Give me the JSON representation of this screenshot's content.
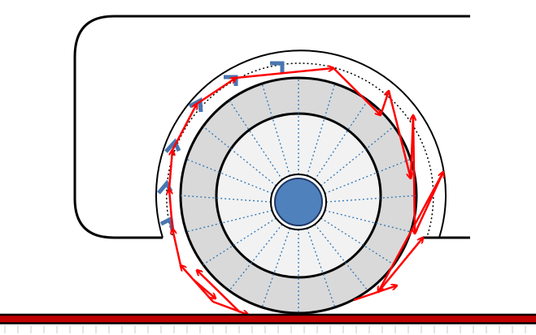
{
  "diagram": {
    "description_labels": [],
    "colors": {
      "background": "#ffffff",
      "outline": "#000000",
      "tire_fill": "#d9d9d9",
      "rim_fill": "#f2f2f2",
      "hub_fill": "#4f81bd",
      "hub_stroke": "#1f3864",
      "spoke_dots": "#2e75b6",
      "flow_arrows": "#ff0000",
      "flaps": "#4a75b0",
      "road_red": "#c00000",
      "road_black": "#000000",
      "road_ticks": "#c8c8c8"
    },
    "parts": [
      "vehicle-body",
      "wheel-well",
      "tire",
      "rim",
      "hub",
      "spokes",
      "air-flow-arrows",
      "well-flaps",
      "road"
    ]
  }
}
